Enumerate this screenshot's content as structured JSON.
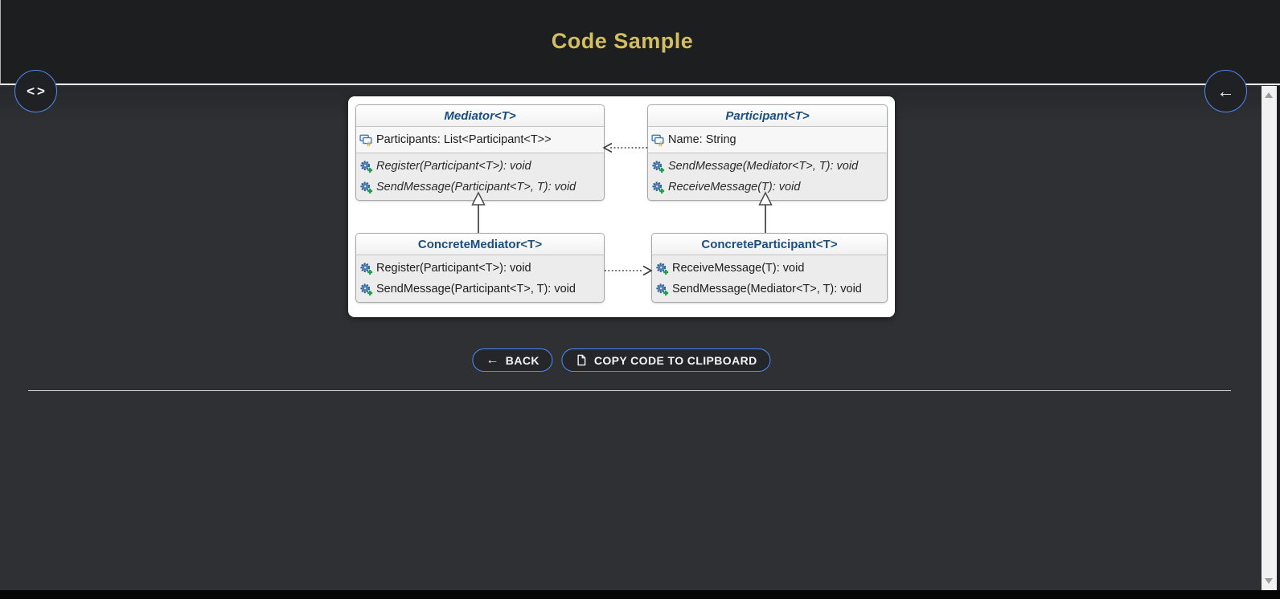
{
  "page": {
    "title": "Code Sample"
  },
  "nav": {
    "expand_code_glyph": "<>",
    "back_glyph": "←"
  },
  "diagram": {
    "classes": [
      {
        "name": "Mediator<T>",
        "stereotype": "abstract",
        "attributes": [
          "Participants: List<Participant<T>>"
        ],
        "methods": [
          "Register(Participant<T>): void",
          "SendMessage(Participant<T>, T): void"
        ]
      },
      {
        "name": "Participant<T>",
        "stereotype": "abstract",
        "attributes": [
          "Name: String"
        ],
        "methods": [
          "SendMessage(Mediator<T>, T): void",
          "ReceiveMessage(T): void"
        ]
      },
      {
        "name": "ConcreteMediator<T>",
        "stereotype": "concrete",
        "attributes": [],
        "methods": [
          "Register(Participant<T>): void",
          "SendMessage(Participant<T>, T): void"
        ]
      },
      {
        "name": "ConcreteParticipant<T>",
        "stereotype": "concrete",
        "attributes": [],
        "methods": [
          "ReceiveMessage(T): void",
          "SendMessage(Mediator<T>, T): void"
        ]
      }
    ],
    "relations": [
      "Participant ..> Mediator (dashed dependency)",
      "ConcreteMediator ..> ConcreteParticipant (dashed dependency)",
      "ConcreteMediator --|> Mediator (inheritance)",
      "ConcreteParticipant --|> Participant (inheritance)"
    ]
  },
  "actions": {
    "back_label": "BACK",
    "back_glyph": "←",
    "copy_label": "COPY CODE TO CLIPBOARD"
  },
  "colors": {
    "accent_blue": "#4c8bf5",
    "title_gold": "#d3be62",
    "class_name_blue": "#1b4e7e",
    "header_bg": "#1d1e20",
    "body_bg": "#2f3034"
  }
}
